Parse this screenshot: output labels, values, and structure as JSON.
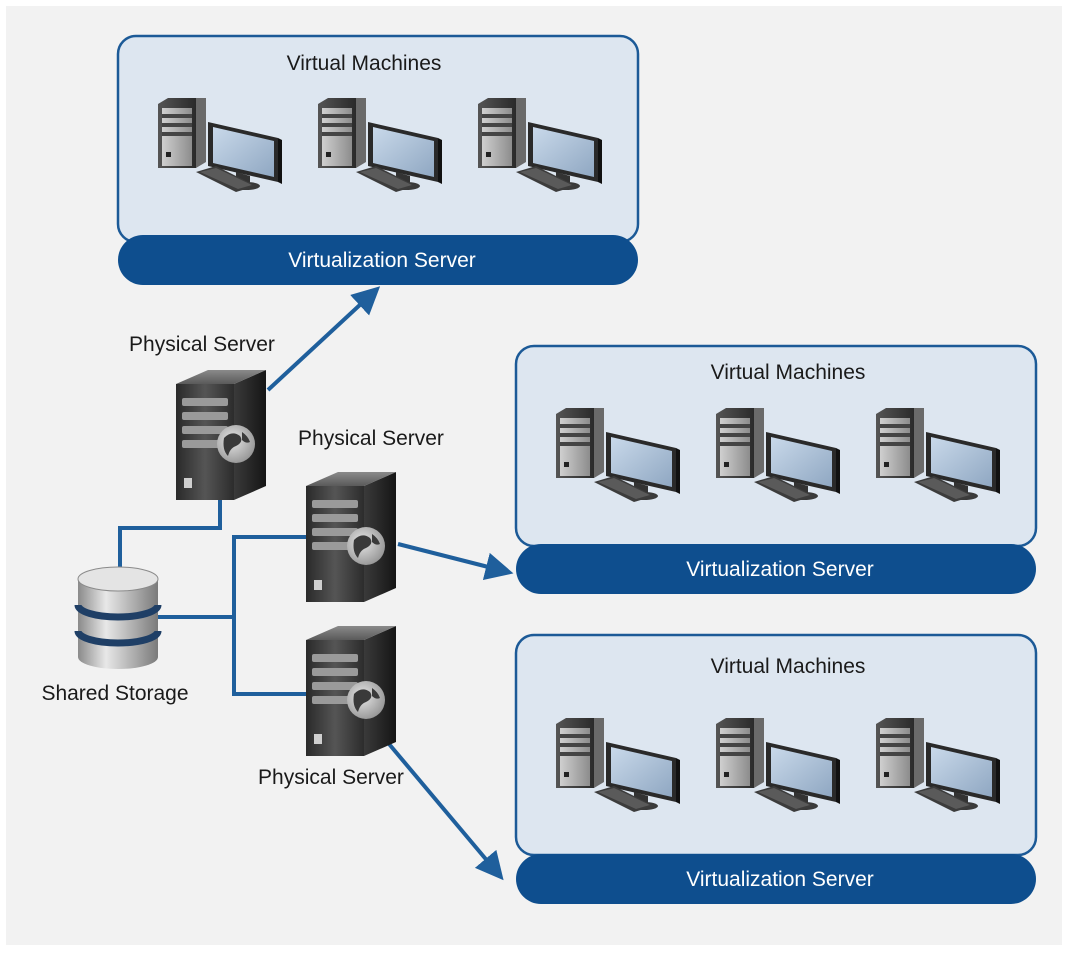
{
  "diagram": {
    "colors": {
      "background": "#f2f2f2",
      "panel_fill": "#dde6f0",
      "panel_border": "#1c5a97",
      "bar_fill": "#0e4e8e",
      "connector": "#1f5f9c",
      "label_text": "#1a1a1a",
      "bar_text": "#ffffff"
    },
    "virtualization_groups": [
      {
        "panel_label": "Virtual Machines",
        "bar_label": "Virtualization Server",
        "vm_count": 3
      },
      {
        "panel_label": "Virtual Machines",
        "bar_label": "Virtualization Server",
        "vm_count": 3
      },
      {
        "panel_label": "Virtual Machines",
        "bar_label": "Virtualization Server",
        "vm_count": 3
      }
    ],
    "physical_servers": [
      {
        "label": "Physical Server",
        "icon": "server-tower-icon"
      },
      {
        "label": "Physical Server",
        "icon": "server-tower-icon"
      },
      {
        "label": "Physical Server",
        "icon": "server-tower-icon"
      }
    ],
    "storage": {
      "label": "Shared Storage",
      "icon": "database-icon"
    },
    "vm_icon": "desktop-computer-icon"
  }
}
